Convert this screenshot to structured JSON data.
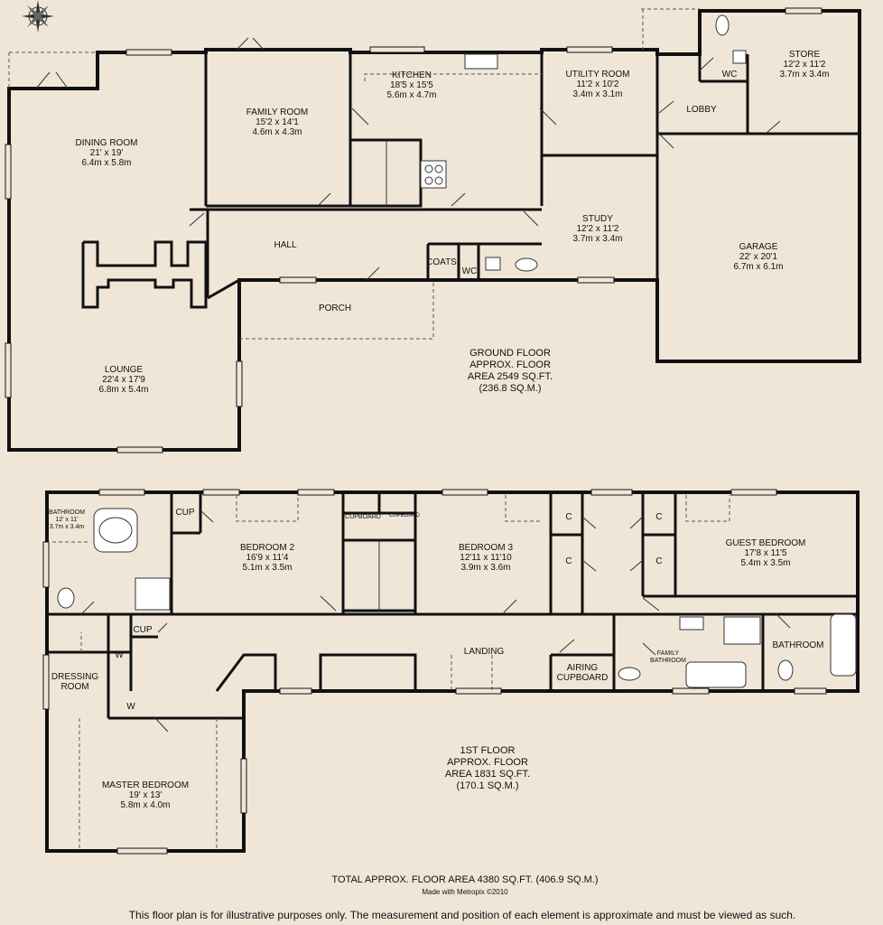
{
  "ground_floor": {
    "rooms": [
      {
        "name": "DINING ROOM",
        "dims_imperial": "21' x 19'",
        "dims_metric": "6.4m x 5.8m"
      },
      {
        "name": "FAMILY ROOM",
        "dims_imperial": "15'2 x 14'1",
        "dims_metric": "4.6m x 4.3m"
      },
      {
        "name": "KITCHEN",
        "dims_imperial": "18'5 x 15'5",
        "dims_metric": "5.6m x 4.7m"
      },
      {
        "name": "UTILITY ROOM",
        "dims_imperial": "11'2 x 10'2",
        "dims_metric": "3.4m x 3.1m"
      },
      {
        "name": "STORE",
        "dims_imperial": "12'2 x 11'2",
        "dims_metric": "3.7m x 3.4m"
      },
      {
        "name": "STUDY",
        "dims_imperial": "12'2 x 11'2",
        "dims_metric": "3.7m x 3.4m"
      },
      {
        "name": "GARAGE",
        "dims_imperial": "22' x 20'1",
        "dims_metric": "6.7m x 6.1m"
      },
      {
        "name": "LOUNGE",
        "dims_imperial": "22'4 x 17'9",
        "dims_metric": "6.8m x 5.4m"
      }
    ],
    "labels": [
      "HALL",
      "PORCH",
      "COATS",
      "WC",
      "LOBBY",
      "WC"
    ],
    "area_note": [
      "GROUND FLOOR",
      "APPROX. FLOOR",
      "AREA 2549 SQ.FT.",
      "(236.8 SQ.M.)"
    ]
  },
  "first_floor": {
    "rooms": [
      {
        "name": "BATHROOM",
        "dims_imperial": "12' x 11'",
        "dims_metric": "3.7m x 3.4m"
      },
      {
        "name": "BEDROOM 2",
        "dims_imperial": "16'9 x 11'4",
        "dims_metric": "5.1m x 3.5m"
      },
      {
        "name": "BEDROOM 3",
        "dims_imperial": "12'11 x 11'10",
        "dims_metric": "3.9m x 3.6m"
      },
      {
        "name": "GUEST BEDROOM",
        "dims_imperial": "17'8 x 11'5",
        "dims_metric": "5.4m x 3.5m"
      },
      {
        "name": "MASTER BEDROOM",
        "dims_imperial": "19' x 13'",
        "dims_metric": "5.8m x 4.0m"
      }
    ],
    "labels": [
      "CUP",
      "CUPBOARD",
      "CUPBOARD",
      "C",
      "C",
      "C",
      "C",
      "CUP",
      "W",
      "W",
      "LANDING",
      "AIRING",
      "CUPBOARD",
      "FAMILY",
      "BATHROOM",
      "BATHROOM",
      "DRESSING",
      "ROOM"
    ],
    "area_note": [
      "1ST FLOOR",
      "APPROX. FLOOR",
      "AREA 1831 SQ.FT.",
      "(170.1 SQ.M.)"
    ]
  },
  "footer": {
    "total": "TOTAL APPROX. FLOOR AREA 4380 SQ.FT. (406.9 SQ.M.)",
    "made_with": "Made with Metropix ©2010",
    "disclaimer": "This floor plan is for illustrative purposes only. The measurement and position of each element is approximate and must be viewed as such."
  },
  "colors": {
    "background": "#efe6d8",
    "walls": "#111111"
  },
  "icons": [
    "compass-rose-icon"
  ]
}
